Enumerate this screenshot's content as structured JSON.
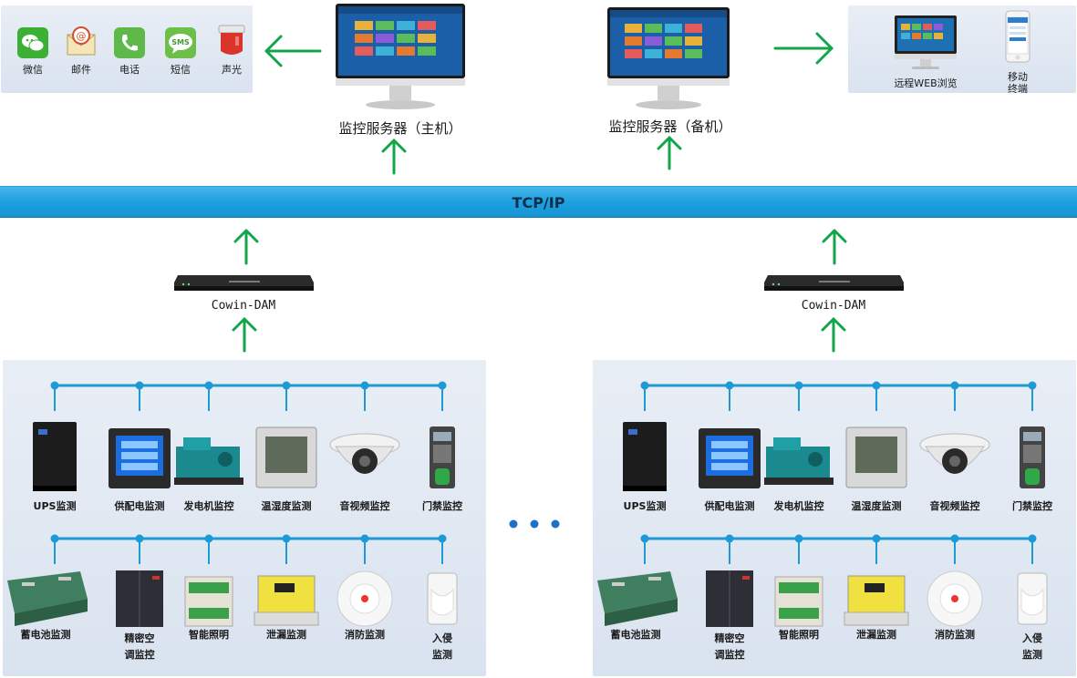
{
  "network": {
    "label": "TCP/IP"
  },
  "servers": {
    "primary_label": "监控服务器（主机）",
    "backup_label": "监控服务器（备机）"
  },
  "notify": {
    "items": [
      {
        "label": "微信",
        "icon": "wechat-icon"
      },
      {
        "label": "邮件",
        "icon": "email-icon"
      },
      {
        "label": "电话",
        "icon": "phone-icon"
      },
      {
        "label": "短信",
        "icon": "sms-icon"
      },
      {
        "label": "声光",
        "icon": "alarm-light-icon"
      }
    ]
  },
  "remote": {
    "web_label": "远程WEB浏览",
    "mobile_label_line1": "移动",
    "mobile_label_line2": "终端"
  },
  "gateways": {
    "left_label": "Cowin-DAM",
    "right_label": "Cowin-DAM"
  },
  "ellipsis": "• • •",
  "field_groups": {
    "row1": [
      {
        "label": "UPS监测",
        "icon": "ups-icon"
      },
      {
        "label": "供配电监测",
        "icon": "power-meter-icon"
      },
      {
        "label": "发电机监控",
        "icon": "generator-icon"
      },
      {
        "label": "温湿度监测",
        "icon": "temp-humidity-icon"
      },
      {
        "label": "音视频监控",
        "icon": "camera-icon"
      },
      {
        "label": "门禁监控",
        "icon": "access-control-icon"
      }
    ],
    "row2": [
      {
        "label": "蓄电池监测",
        "icon": "battery-icon"
      },
      {
        "label_line1": "精密空",
        "label_line2": "调监控",
        "icon": "precision-ac-icon"
      },
      {
        "label": "智能照明",
        "icon": "lighting-icon"
      },
      {
        "label": "泄漏监测",
        "icon": "leak-detector-icon"
      },
      {
        "label": "消防监测",
        "icon": "smoke-detector-icon"
      },
      {
        "label_line1": "入侵",
        "label_line2": "监测",
        "icon": "intrusion-sensor-icon"
      }
    ]
  },
  "colors": {
    "arrow": "#12a64a",
    "bus_line": "#1d9ad6",
    "tcp_bar": "#1ea0e0"
  }
}
